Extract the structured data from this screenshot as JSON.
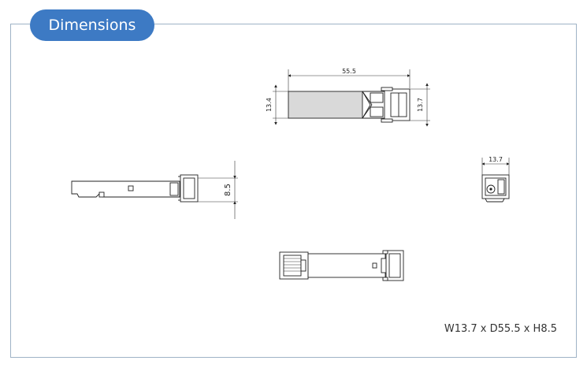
{
  "section": {
    "title": "Dimensions"
  },
  "dimensions": {
    "top_length": "55.5",
    "top_left_height": "13.4",
    "top_right_height": "13.7",
    "side_height": "8.5",
    "front_width": "13.7"
  },
  "summary": "W13.7 x D55.5 x H8.5",
  "colors": {
    "tab": "#3d7ac4",
    "frame": "#9fb3c6"
  }
}
